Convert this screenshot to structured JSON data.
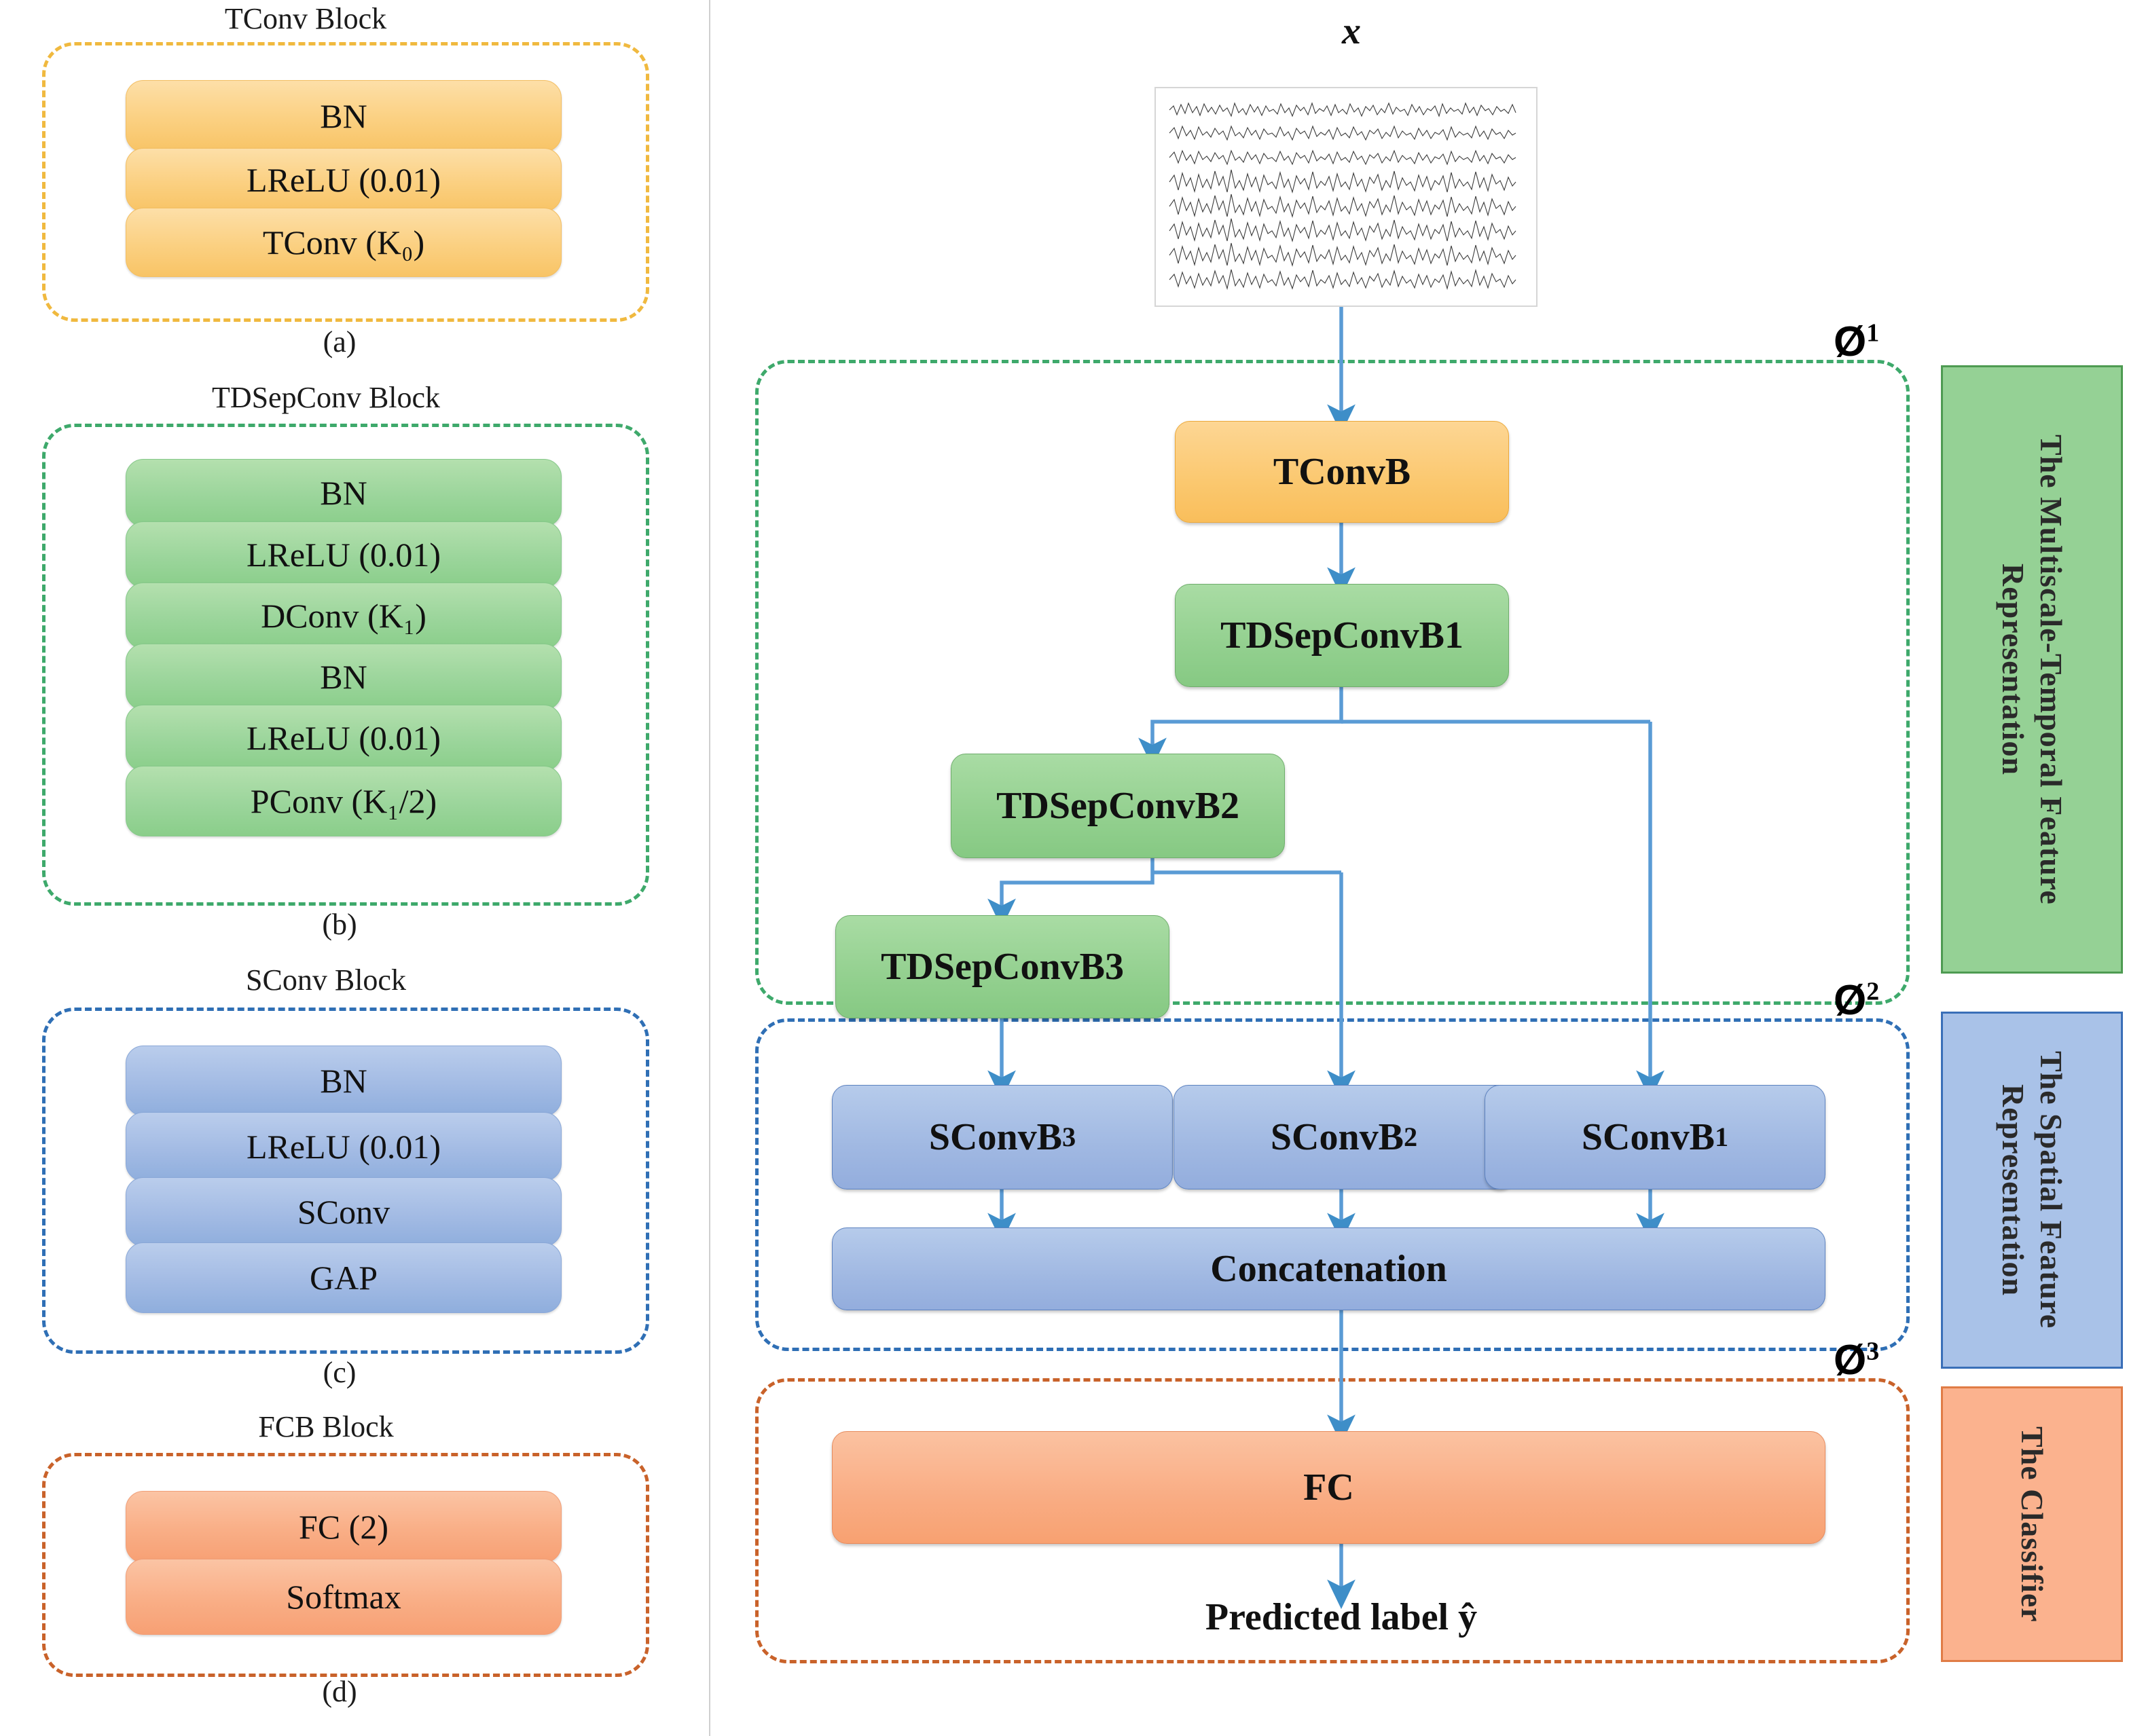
{
  "legend_panel": {
    "blocks": [
      {
        "title": "TConv Block",
        "caption": "(a)",
        "color": "#FBD081",
        "layers": [
          "BN",
          "LReLU (0.01)",
          "TConv (K₀)"
        ]
      },
      {
        "title": "TDSepConv Block",
        "caption": "(b)",
        "color": "#9BD59B",
        "layers": [
          "BN",
          "LReLU (0.01)",
          "DConv (K₁)",
          "BN",
          "LReLU (0.01)",
          "PConv (K₁/2)"
        ]
      },
      {
        "title": "SConv Block",
        "caption": "(c)",
        "color": "#A3BBE4",
        "layers": [
          "BN",
          "LReLU (0.01)",
          "SConv",
          "GAP"
        ]
      },
      {
        "title": "FCB Block",
        "caption": "(d)",
        "color": "#F9AE86",
        "layers": [
          "FC (2)",
          "Softmax"
        ]
      }
    ]
  },
  "pipeline": {
    "input_label": "x",
    "input_icon": "eeg-multichannel-signal",
    "nodes": {
      "tconvb": "TConvB",
      "tdsep1": "TDSepConvB1",
      "tdsep2": "TDSepConvB2",
      "tdsep3": "TDSepConvB3",
      "sconv3": "SConvB",
      "sconv3_sub": "3",
      "sconv2": "SConvB",
      "sconv2_sub": "2",
      "sconv1": "SConvB",
      "sconv1_sub": "1",
      "concat": "Concatenation",
      "fc": "FC"
    },
    "output_label": "Predicted label ŷ",
    "stages": [
      {
        "symbol": "Ø",
        "superscript": "1",
        "banner": "The Multiscale-Temporal Feature Representation",
        "color": "#95D195"
      },
      {
        "symbol": "Ø",
        "superscript": "2",
        "banner": "The Spatial Feature Representation",
        "color": "#A9C2E8"
      },
      {
        "symbol": "Ø",
        "superscript": "3",
        "banner": "The Classifier",
        "color": "#FBB28E"
      }
    ]
  }
}
